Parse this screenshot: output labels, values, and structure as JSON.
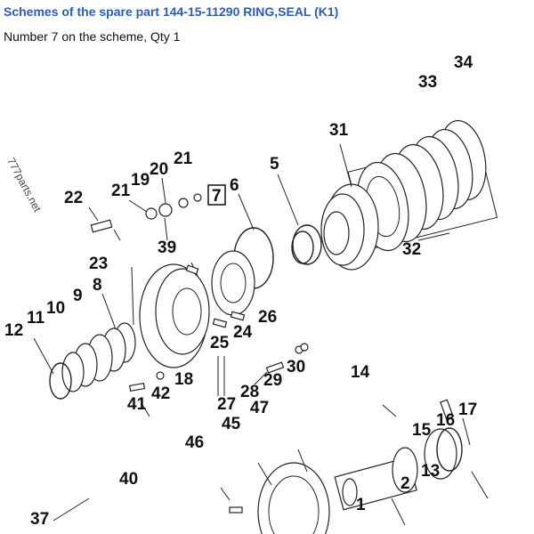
{
  "title": "Schemes of the spare part 144-15-11290 RING,SEAL (K1)",
  "subtitle": "Number 7 on the scheme, Qty 1",
  "watermark": "777parts.net",
  "highlighted_callout": "7",
  "callouts": [
    "34",
    "33",
    "31",
    "5",
    "6",
    "21",
    "21",
    "19",
    "20",
    "22",
    "39",
    "32",
    "23",
    "8",
    "9",
    "10",
    "11",
    "12",
    "26",
    "24",
    "25",
    "30",
    "14",
    "18",
    "42",
    "41",
    "28",
    "29",
    "27",
    "47",
    "45",
    "17",
    "16",
    "15",
    "46",
    "13",
    "2",
    "40",
    "1",
    "37"
  ]
}
